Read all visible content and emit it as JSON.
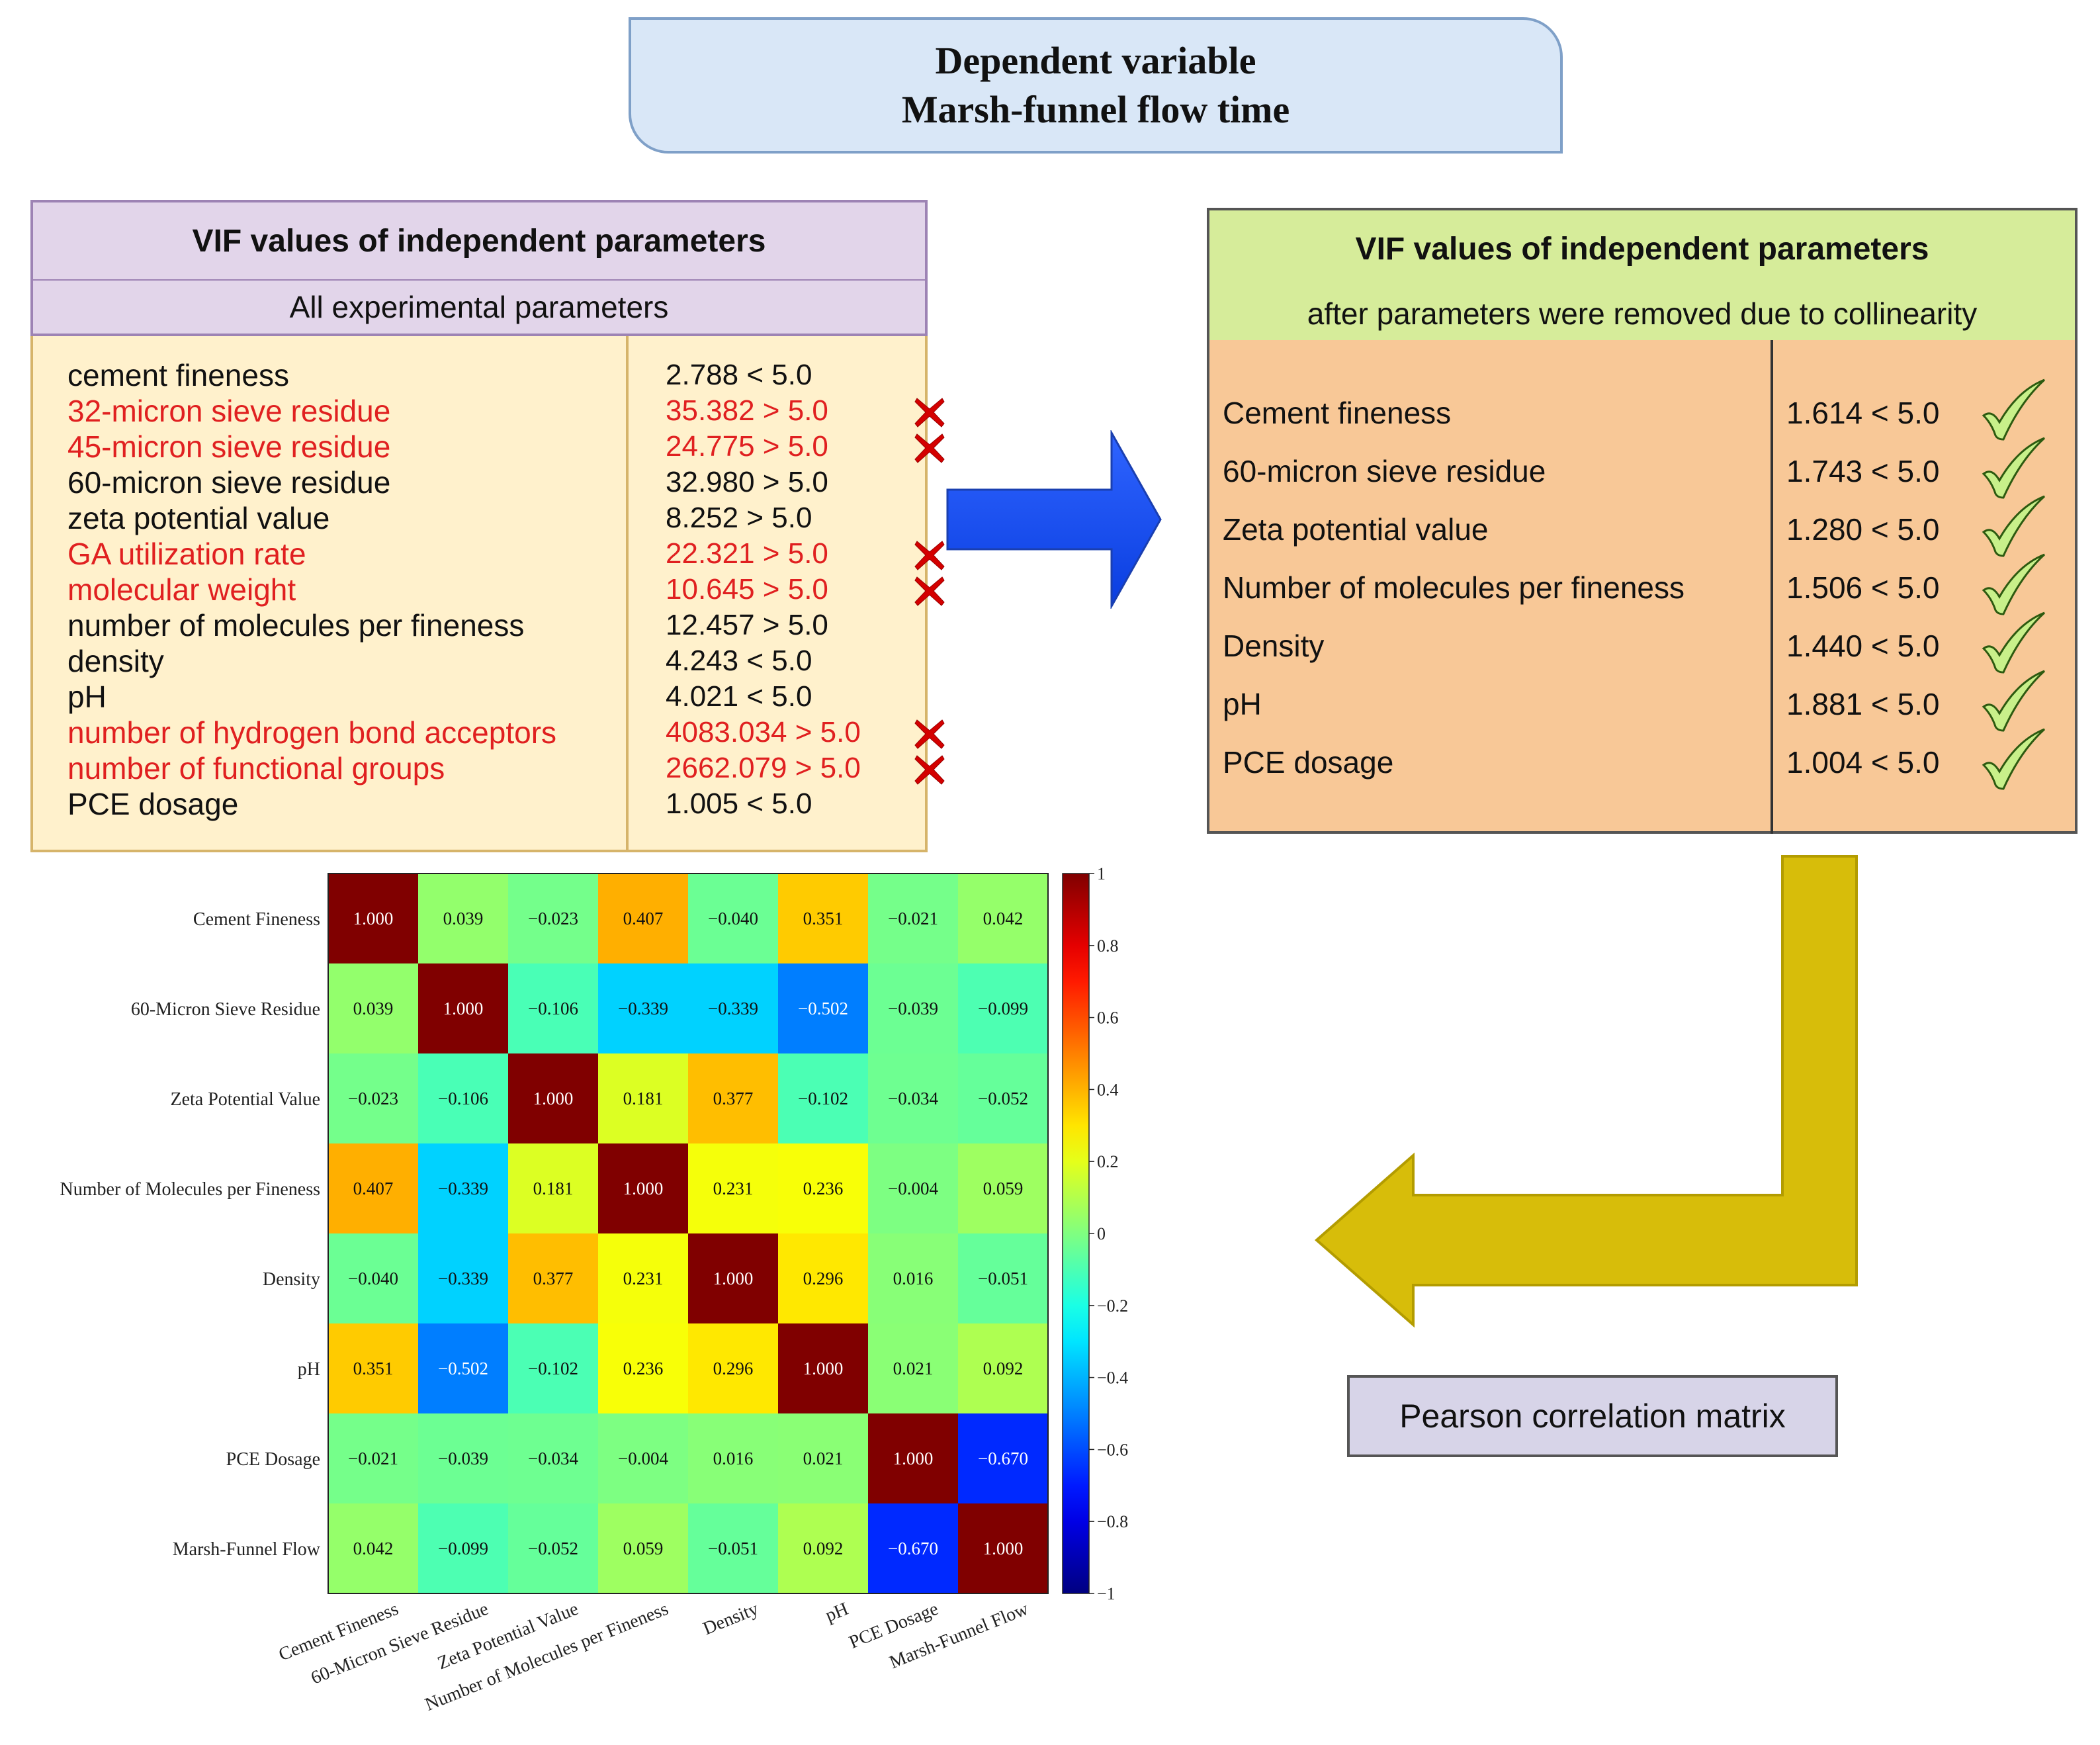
{
  "title": {
    "line1": "Dependent variable",
    "line2": "Marsh-funnel flow time"
  },
  "vif_all": {
    "heading": "VIF values of independent parameters",
    "subheading": "All experimental parameters",
    "rows": [
      {
        "name": "cement fineness",
        "value": "2.788 < 5.0",
        "removed": false
      },
      {
        "name": "32-micron sieve residue",
        "value": "35.382 > 5.0",
        "removed": true
      },
      {
        "name": "45-micron sieve residue",
        "value": "24.775 > 5.0",
        "removed": true
      },
      {
        "name": "60-micron sieve residue",
        "value": "32.980 > 5.0",
        "removed": false
      },
      {
        "name": "zeta potential value",
        "value": "8.252 > 5.0",
        "removed": false
      },
      {
        "name": "GA utilization rate",
        "value": "22.321 > 5.0",
        "removed": true
      },
      {
        "name": "molecular weight",
        "value": "10.645 > 5.0",
        "removed": true
      },
      {
        "name": "number of molecules per fineness",
        "value": "12.457 > 5.0",
        "removed": false
      },
      {
        "name": "density",
        "value": "4.243 < 5.0",
        "removed": false
      },
      {
        "name": "pH",
        "value": "4.021 < 5.0",
        "removed": false
      },
      {
        "name": "number of hydrogen bond acceptors",
        "value": "4083.034 > 5.0",
        "removed": true
      },
      {
        "name": "number of functional groups",
        "value": "2662.079 > 5.0",
        "removed": true
      },
      {
        "name": "PCE dosage",
        "value": "1.005 < 5.0",
        "removed": false
      }
    ],
    "removed_color": "#e02020",
    "cross_icon": "red-x-icon"
  },
  "vif_reduced": {
    "heading": "VIF values of independent parameters",
    "subheading": "after parameters were removed due to collinearity",
    "rows": [
      {
        "name": "Cement fineness",
        "value": "1.614 < 5.0"
      },
      {
        "name": "60-micron sieve residue",
        "value": "1.743 < 5.0"
      },
      {
        "name": "Zeta potential value",
        "value": "1.280 < 5.0"
      },
      {
        "name": "Number of molecules per fineness",
        "value": "1.506 < 5.0"
      },
      {
        "name": "Density",
        "value": "1.440 < 5.0"
      },
      {
        "name": "pH",
        "value": "1.881 < 5.0"
      },
      {
        "name": "PCE dosage",
        "value": "1.004 < 5.0"
      }
    ],
    "check_icon": "green-check-icon"
  },
  "pearson_label": "Pearson correlation matrix",
  "arrows": {
    "blue_arrow": "blue-right-arrow-icon",
    "yellow_arrow": "yellow-bent-arrow-icon"
  },
  "chart_data": {
    "type": "heatmap",
    "variables": [
      "Cement Fineness",
      "60-Micron Sieve Residue",
      "Zeta Potential Value",
      "Number of Molecules per Fineness",
      "Density",
      "pH",
      "PCE Dosage",
      "Marsh-Funnel Flow"
    ],
    "matrix": [
      [
        1.0,
        0.039,
        -0.023,
        0.407,
        -0.04,
        0.351,
        -0.021,
        0.042
      ],
      [
        0.039,
        1.0,
        -0.106,
        -0.339,
        -0.339,
        -0.502,
        -0.039,
        -0.099
      ],
      [
        -0.023,
        -0.106,
        1.0,
        0.181,
        0.377,
        -0.102,
        -0.034,
        -0.052
      ],
      [
        0.407,
        -0.339,
        0.181,
        1.0,
        0.231,
        0.236,
        -0.004,
        0.059
      ],
      [
        -0.04,
        -0.339,
        0.377,
        0.231,
        1.0,
        0.296,
        0.016,
        -0.051
      ],
      [
        0.351,
        -0.502,
        -0.102,
        0.236,
        0.296,
        1.0,
        0.021,
        0.092
      ],
      [
        -0.021,
        -0.039,
        -0.034,
        -0.004,
        0.016,
        0.021,
        1.0,
        -0.67
      ],
      [
        0.042,
        -0.099,
        -0.052,
        0.059,
        -0.051,
        0.092,
        -0.67,
        1.0
      ]
    ],
    "colorbar_range": [
      -1,
      1
    ],
    "colorbar_ticks": [
      "1",
      "0.8",
      "0.6",
      "0.4",
      "0.2",
      "0",
      "−0.2",
      "−0.4",
      "−0.6",
      "−0.8",
      "−1"
    ],
    "colormap": "jet"
  }
}
